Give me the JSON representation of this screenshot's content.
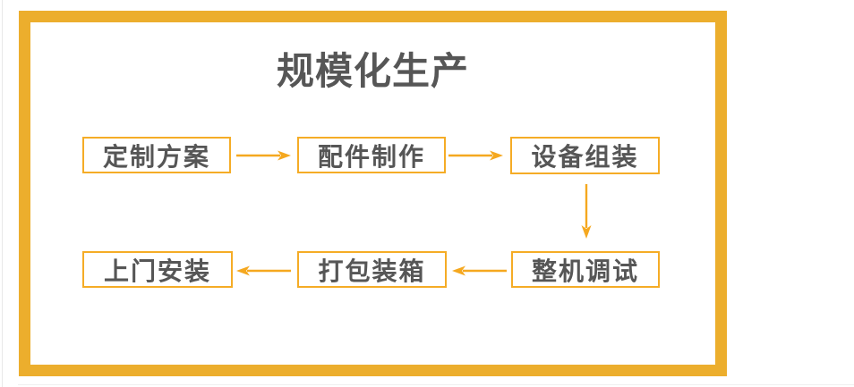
{
  "flow": {
    "title": "规模化生产",
    "steps": [
      {
        "label": "定制方案"
      },
      {
        "label": "配件制作"
      },
      {
        "label": "设备组装"
      },
      {
        "label": "整机调试"
      },
      {
        "label": "打包装箱"
      },
      {
        "label": "上门安装"
      }
    ],
    "connections": [
      {
        "from": "定制方案",
        "to": "配件制作",
        "direction": "right"
      },
      {
        "from": "配件制作",
        "to": "设备组装",
        "direction": "right"
      },
      {
        "from": "设备组装",
        "to": "整机调试",
        "direction": "down"
      },
      {
        "from": "整机调试",
        "to": "打包装箱",
        "direction": "left"
      },
      {
        "from": "打包装箱",
        "to": "上门安装",
        "direction": "left"
      }
    ]
  },
  "colors": {
    "frame_border": "#ecae2d",
    "box_border": "#f5ac26",
    "arrow": "#f5a81f",
    "text": "#565656"
  }
}
